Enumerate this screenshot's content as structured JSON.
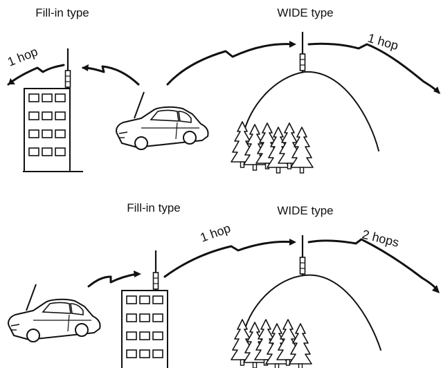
{
  "top": {
    "fillin_label": "Fill-in type",
    "wide_label": "WIDE type",
    "hop_left": "1 hop",
    "hop_right": "1 hop"
  },
  "bottom": {
    "fillin_label": "Fill-in type",
    "wide_label": "WIDE type",
    "hop_left": "1 hop",
    "hop_right": "2 hops"
  },
  "icons": [
    "building-icon",
    "car-icon",
    "mountain-icon",
    "antenna-icon",
    "tree-icon",
    "radio-arrow-icon"
  ],
  "colors": {
    "ink": "#111111",
    "background": "#ffffff"
  }
}
